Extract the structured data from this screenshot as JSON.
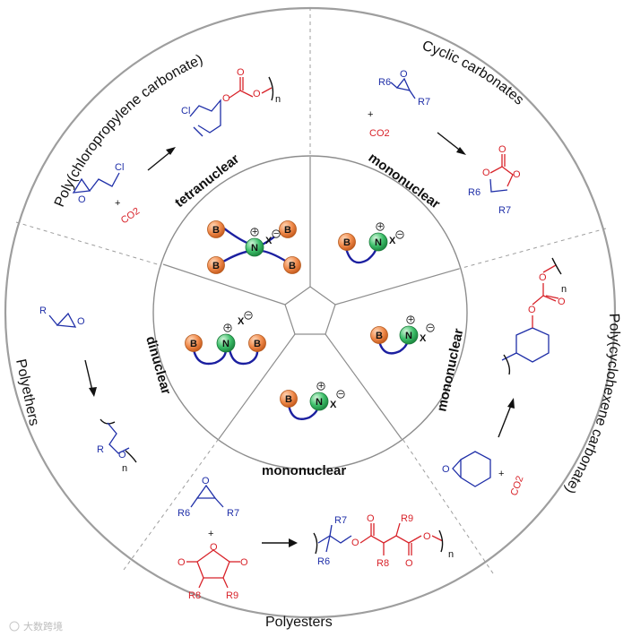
{
  "sectors": {
    "poly_chloropropylene": "Poly(chloropropylene carbonate)",
    "cyclic_carbonates": "Cyclic carbonates",
    "poly_cyclohexene": "Poly(cyclohexene carbonate)",
    "polyesters": "Polyesters",
    "polyethers": "Polyethers"
  },
  "catalysts": {
    "tetranuclear": "tetranuclear",
    "mononuclear_top": "mononuclear",
    "mononuclear_right": "mononuclear",
    "mononuclear_bottom": "mononuclear",
    "dinuclear": "dinuclear"
  },
  "chem": {
    "cl": "Cl",
    "co2": "CO2",
    "co2_main": "CO",
    "co2_sub": "2",
    "plus": "+",
    "n_sub": "n",
    "r": "R",
    "r6": "R6",
    "r7": "R7",
    "r8": "R8",
    "r9": "R9",
    "o": "O",
    "boron": "B",
    "nitrogen": "N",
    "anion": "X",
    "plus_charge": "+",
    "minus_charge": "−"
  },
  "watermark": "大数跨境",
  "colors": {
    "ring": "#9e9e9e",
    "divider": "#9e9e9e",
    "blue": "#1f2fa8",
    "red": "#d8232a",
    "boron": "#f08a4b",
    "nitrogen": "#3dbf6a"
  }
}
